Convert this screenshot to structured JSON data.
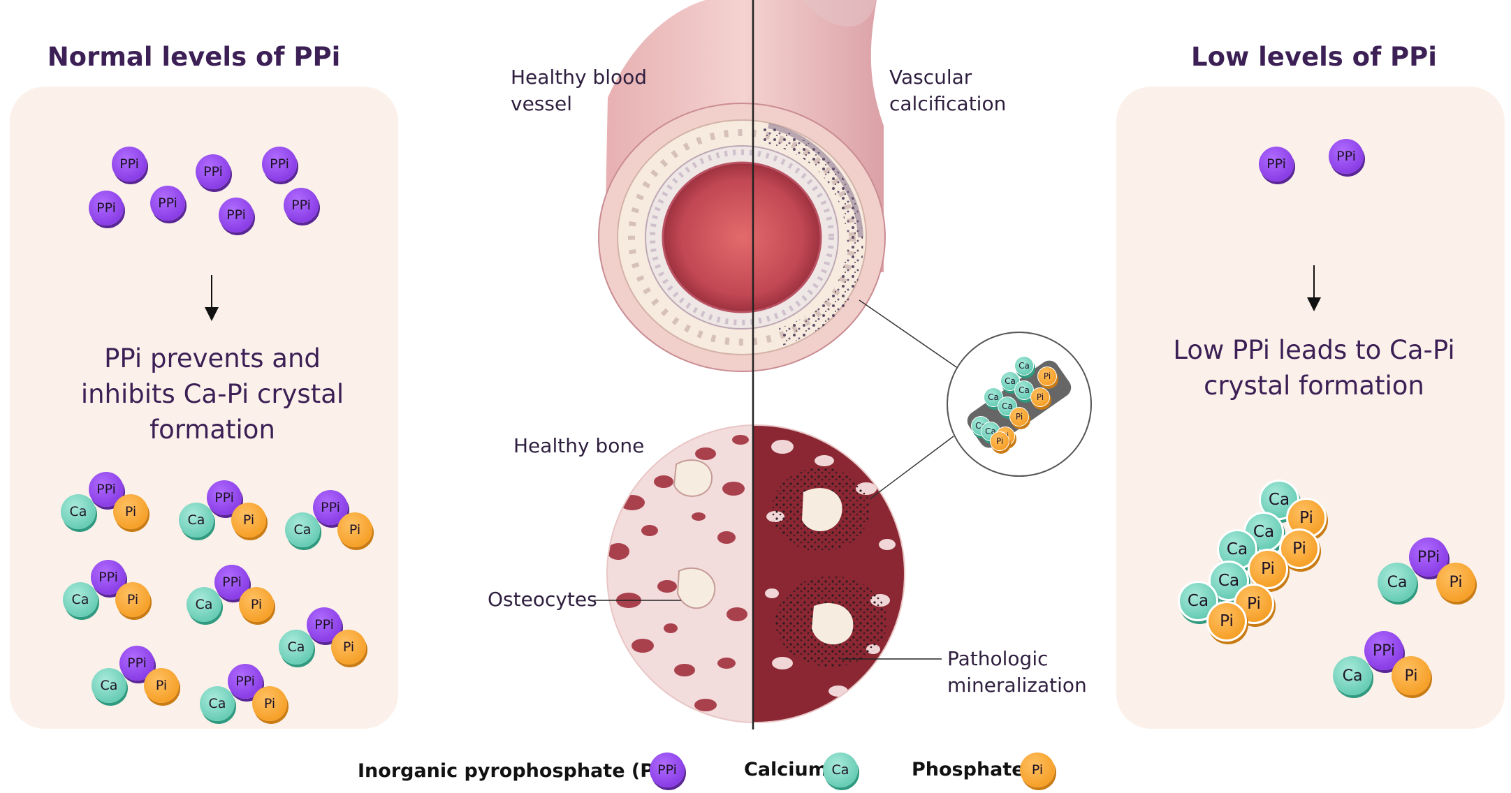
{
  "left_panel": {
    "heading": "Normal levels of PPi",
    "text": [
      "PPi prevents and",
      "inhibits Ca-Pi crystal",
      "formation"
    ]
  },
  "right_panel": {
    "heading": "Low levels of PPi",
    "text": [
      "Low PPi leads to Ca-Pi",
      "crystal formation"
    ]
  },
  "center": {
    "vessel_left": [
      "Healthy blood",
      "vessel"
    ],
    "vessel_right": [
      "Vascular",
      "calcification"
    ],
    "bone_left": "Healthy bone",
    "osteocytes": "Osteocytes",
    "pathologic": [
      "Pathologic",
      "mineralization"
    ]
  },
  "molecules": {
    "ppi": "PPi",
    "ca": "Ca",
    "pi": "Pi"
  },
  "legend": {
    "ppi_label": "Inorganic pyrophosphate (PPi)",
    "ca_label": "Calcium",
    "pi_label": "Phosphate"
  },
  "colors": {
    "ppi": "#8a3ee6",
    "ca": "#69cdb6",
    "pi": "#f6a12a",
    "panel": "#fbf1ea",
    "text": "#3b1f55"
  }
}
